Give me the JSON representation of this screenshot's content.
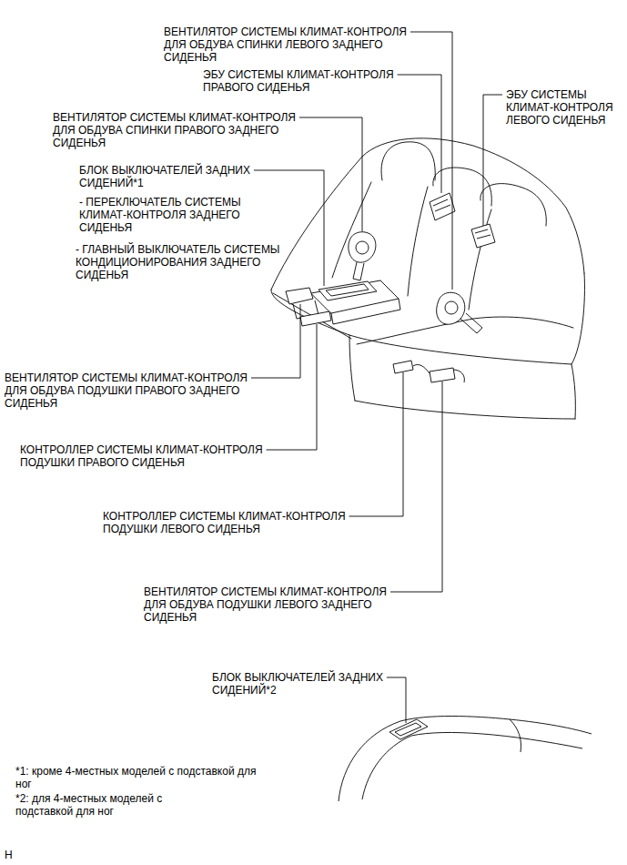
{
  "diagram": {
    "labels": [
      "ВЕНТИЛЯТОР СИСТЕМЫ КЛИМАТ-КОНТРОЛЯ ДЛЯ ОБДУВА СПИНКИ ЛЕВОГО ЗАДНЕГО СИДЕНЬЯ",
      "ЭБУ СИСТЕМЫ КЛИМАТ-КОНТРОЛЯ ПРАВОГО СИДЕНЬЯ",
      "ЭБУ СИСТЕМЫ КЛИМАТ-КОНТРОЛЯ ЛЕВОГО СИДЕНЬЯ",
      "ВЕНТИЛЯТОР СИСТЕМЫ КЛИМАТ-КОНТРОЛЯ ДЛЯ ОБДУВА СПИНКИ ПРАВОГО ЗАДНЕГО СИДЕНЬЯ",
      "БЛОК ВЫКЛЮЧАТЕЛЕЙ ЗАДНИХ СИДЕНИЙ*1",
      "- ПЕРЕКЛЮЧАТЕЛЬ СИСТЕМЫ КЛИМАТ-КОНТРОЛЯ ЗАДНЕГО СИДЕНЬЯ",
      "- ГЛАВНЫЙ ВЫКЛЮЧАТЕЛЬ СИСТЕМЫ КОНДИЦИОНИРОВАНИЯ ЗАДНЕГО СИДЕНЬЯ",
      "ВЕНТИЛЯТОР СИСТЕМЫ КЛИМАТ-КОНТРОЛЯ ДЛЯ ОБДУВА ПОДУШКИ ПРАВОГО ЗАДНЕГО СИДЕНЬЯ",
      "КОНТРОЛЛЕР СИСТЕМЫ КЛИМАТ-КОНТРОЛЯ ПОДУШКИ ПРАВОГО СИДЕНЬЯ",
      "КОНТРОЛЛЕР СИСТЕМЫ КЛИМАТ-КОНТРОЛЯ ПОДУШКИ ЛЕВОГО СИДЕНЬЯ",
      "ВЕНТИЛЯТОР СИСТЕМЫ КЛИМАТ-КОНТРОЛЯ ДЛЯ ОБДУВА ПОДУШКИ ЛЕВОГО ЗАДНЕГО СИДЕНЬЯ",
      "БЛОК ВЫКЛЮЧАТЕЛЕЙ ЗАДНИХ СИДЕНИЙ*2",
      "*1: кроме 4-местных моделей с подставкой для ног",
      "*2: для 4-местных моделей с подставкой для ног",
      "H"
    ]
  }
}
